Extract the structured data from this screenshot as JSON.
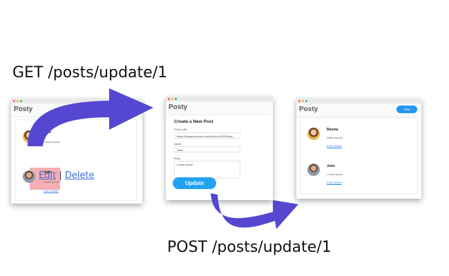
{
  "captions": {
    "get": "GET /posts/update/1",
    "post": "POST /posts/update/1"
  },
  "colors": {
    "arrow": "#5547d1",
    "highlight": "#f4a0a8",
    "primary_button": "#22a2ef",
    "link": "#2b7de9"
  },
  "window1": {
    "brand": "Posty",
    "posts": [
      {
        "name": "Sara",
        "body": "Lorem ipsum",
        "edit": "Edit",
        "sep": "|",
        "delete": "Delete"
      },
      {
        "name": "John",
        "body": "Lorem ipsum",
        "edit": "Edit",
        "sep": "|",
        "delete": "Delete"
      }
    ]
  },
  "window2": {
    "brand": "Posty",
    "form_title": "Create a New Post",
    "photo_label": "Photo URL",
    "photo_value": "https://images.pexels.com/photos/1115330/pe",
    "name_label": "Name",
    "name_value": "Sara",
    "body_label": "Body",
    "body_value": "Lorem Ipsum",
    "submit_label": "Update"
  },
  "window3": {
    "brand": "Posty",
    "new_label": "New",
    "posts": [
      {
        "name": "Basma",
        "body": "Different text",
        "edit": "Edit",
        "sep": "|",
        "delete": "Delete"
      },
      {
        "name": "John",
        "body": "Lorem Ipsum",
        "edit": "Edit",
        "sep": "|",
        "delete": "Delete"
      }
    ]
  }
}
